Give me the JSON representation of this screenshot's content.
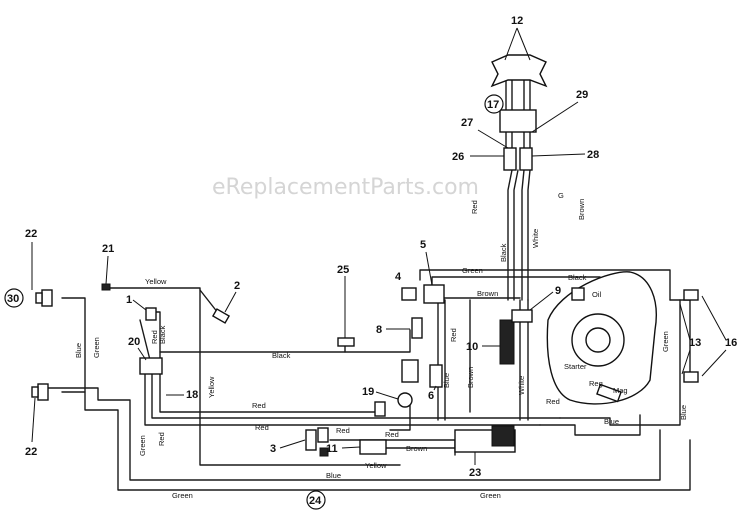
{
  "watermark": "eReplacementParts.com",
  "callouts": {
    "c1": "1",
    "c2": "2",
    "c3": "3",
    "c4": "4",
    "c5": "5",
    "c6": "6",
    "c8": "8",
    "c9": "9",
    "c10": "10",
    "c11": "11",
    "c12": "12",
    "c13": "13",
    "c16": "16",
    "c17": "17",
    "c18": "18",
    "c19": "19",
    "c20": "20",
    "c21": "21",
    "c22a": "22",
    "c22b": "22",
    "c23": "23",
    "c24": "24",
    "c25": "25",
    "c26": "26",
    "c27": "27",
    "c28": "28",
    "c29": "29",
    "c30": "30"
  },
  "wire_labels": {
    "yellow_top": "Yellow",
    "yellow_vert": "Yellow",
    "yellow_bottom": "Yellow",
    "green_top": "Green",
    "green_left": "Green",
    "green_right_vert": "Green",
    "green_left_vert": "Green",
    "green_bottom_left": "Green",
    "green_bottom_right": "Green",
    "green_g": "G",
    "blue_left": "Blue",
    "blue_bottom": "Blue",
    "blue_right": "Blue",
    "blue_right_vert": "Blue",
    "blue_mid": "Blue",
    "red_upper": "Red",
    "red_left_vert": "Red",
    "red_mid": "Red",
    "red_lower": "Red",
    "red_sw3": "Red",
    "red_sw11": "Red",
    "red_box": "Red",
    "red_right": "Red",
    "red_sw20": "Red",
    "black_mid": "Black",
    "black_top": "Black",
    "black_harness": "Black",
    "black_sw": "Black",
    "brown_mid": "Brown",
    "brown_vert": "Brown",
    "brown_low": "Brown",
    "brown_harness": "Brown",
    "white_harness": "White",
    "white_right": "White"
  },
  "engine_labels": {
    "oil": "Oil",
    "starter": "Starter",
    "reg": "Reg",
    "mag": "Mag"
  }
}
